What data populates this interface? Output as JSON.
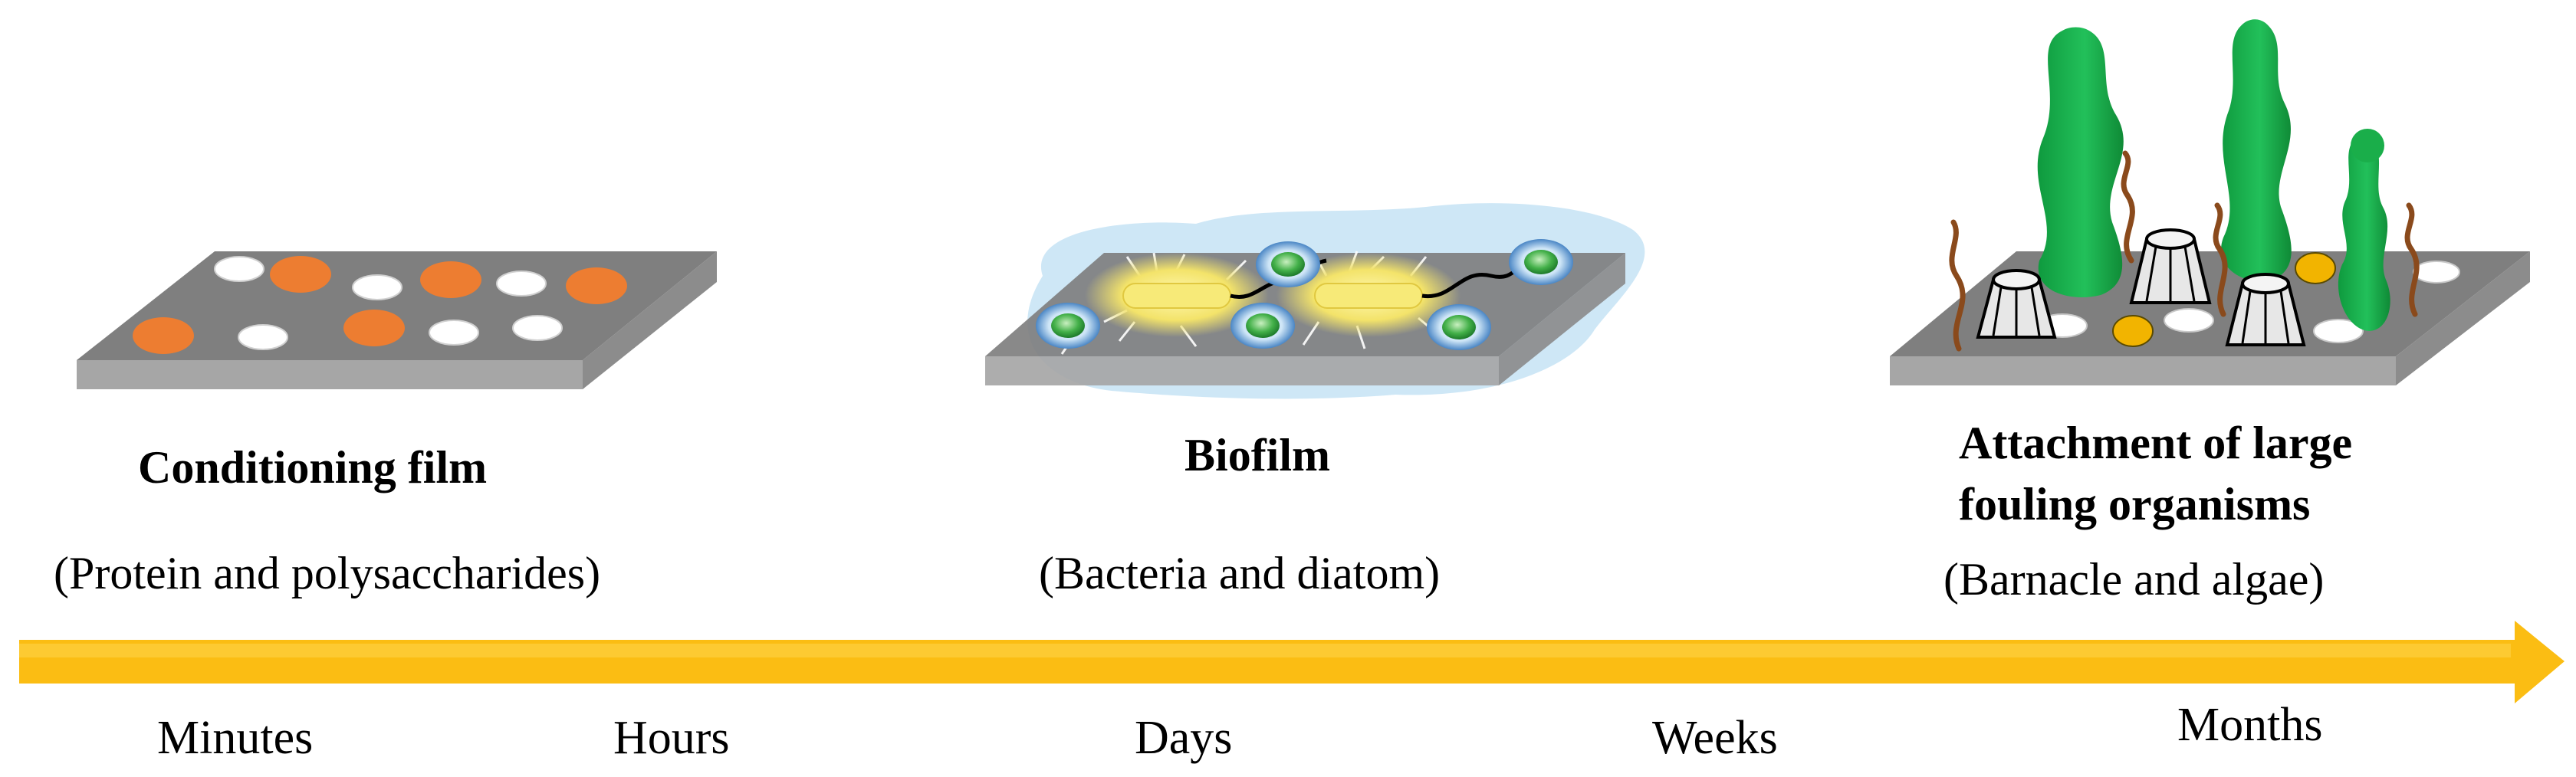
{
  "stages": [
    {
      "title": "Conditioning film",
      "description": "(Protein and polysaccharides)"
    },
    {
      "title": "Biofilm",
      "description": "(Bacteria and diatom)"
    },
    {
      "title_line1": "Attachment of large",
      "title_line2": "fouling organisms",
      "description": "(Barnacle and algae)"
    }
  ],
  "timeline": {
    "ticks": [
      "Minutes",
      "Hours",
      "Days",
      "Weeks",
      "Months"
    ]
  },
  "colors": {
    "arrow": "#fbbd13",
    "plate_top": "#7f7f7f",
    "plate_front": "#a6a6a6",
    "protein_dot": "#ed7d31",
    "polysaccharide_dot": "#ffffff",
    "biofilm_matrix": "#c5e3f4",
    "algae": "#1aae4a",
    "barnacle": "#e7e7e7",
    "yellow_dot": "#f2b400"
  }
}
